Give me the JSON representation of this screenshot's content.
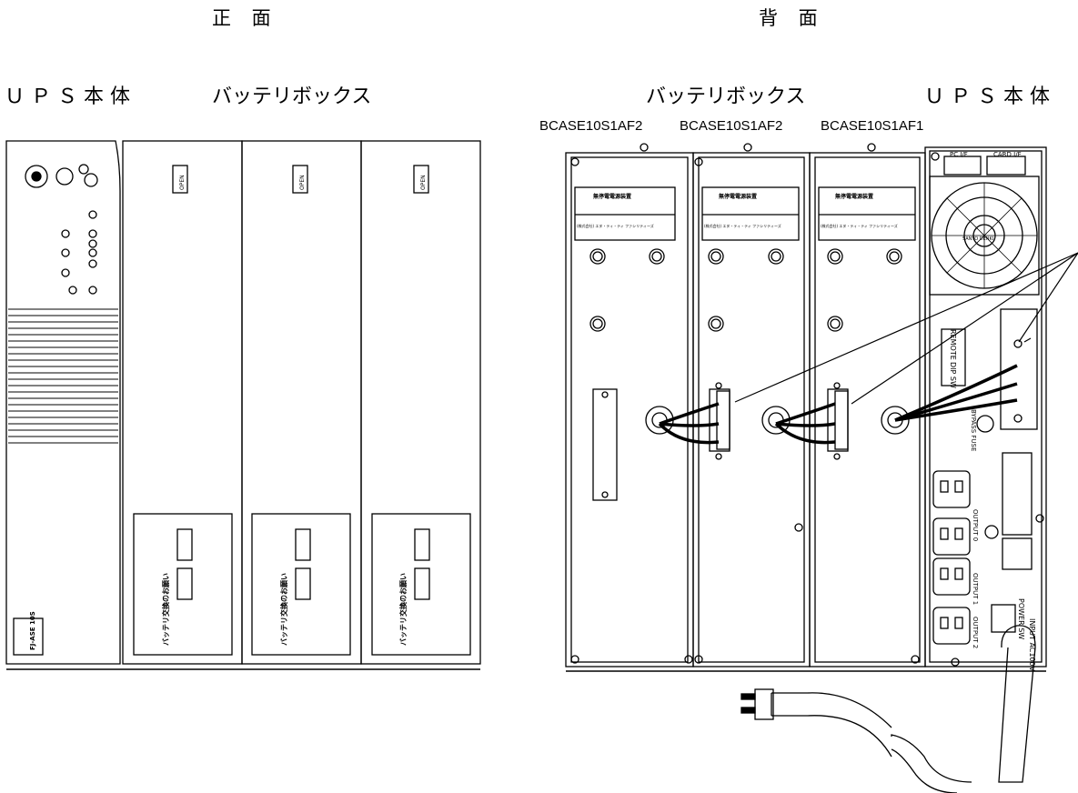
{
  "front": {
    "heading": "正 面",
    "ups_label": "ＵＰＳ本体",
    "battery_label": "バッテリボックス",
    "logo_text": "FJ-ASE 10S",
    "open_label": "OPEN",
    "panel_title": "バッテリ交換のお願い"
  },
  "rear": {
    "heading": "背 面",
    "battery_label": "バッテリボックス",
    "ups_label": "ＵＰＳ本体",
    "models": [
      "BCASE10S1AF2",
      "BCASE10S1AF2",
      "BCASE10S1AF1"
    ],
    "nameplate_title": "無停電電源装置",
    "nameplate_maker": "(株式会社) エヌ・ティ・ティ ファシリティーズ",
    "pc_if": "PC I/F",
    "card_if": "CARD I/F",
    "fan_brand": "SANYO DENKI",
    "remote": "REMOTE",
    "dip_sw": "DIP SW",
    "bypass_fuse": "BYPASS FUSE",
    "outputs": [
      "OUTPUT 0",
      "OUTPUT 1",
      "OUTPUT 2"
    ],
    "power_sw": "POWER SW",
    "ac_input": "INPUT AC100V"
  }
}
